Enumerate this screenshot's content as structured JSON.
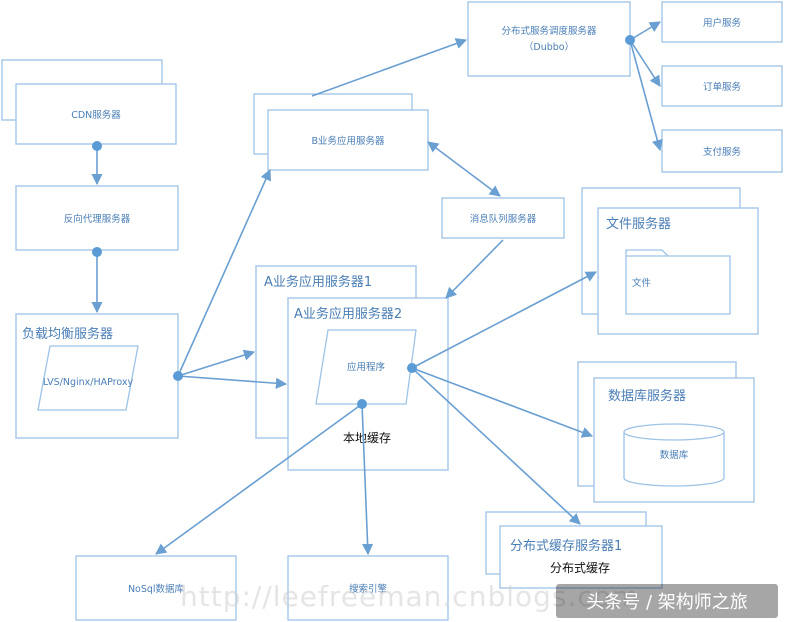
{
  "nodes": {
    "cdn": "CDN服务器",
    "reverse_proxy": "反向代理服务器",
    "load_balancer": "负载均衡服务器",
    "lvs": "LVS/Nginx/HAProxy",
    "b_app": "B业务应用服务器",
    "a_app1": "A业务应用服务器1",
    "a_app2": "A业务应用服务器2",
    "app_program": "应用程序",
    "local_cache": "本地缓存",
    "dubbo": "分布式服务调度服务器",
    "dubbo_sub": "（Dubbo）",
    "user_service": "用户服务",
    "order_service": "订单服务",
    "pay_service": "支付服务",
    "mq": "消息队列服务器",
    "file_server": "文件服务器",
    "file": "文件",
    "db_server": "数据库服务器",
    "db": "数据库",
    "dist_cache_server": "分布式缓存服务器1",
    "dist_cache": "分布式缓存",
    "nosql": "NoSql数据库",
    "search": "搜索引擎"
  },
  "watermark": "http://leefreeman.cnblogs.com",
  "badge": "头条号 / 架构师之旅",
  "colors": {
    "box_border": "#9dc3e6",
    "text": "#4a7eb6",
    "arrow": "#6a9fd2",
    "dot": "#5b9bd5"
  }
}
